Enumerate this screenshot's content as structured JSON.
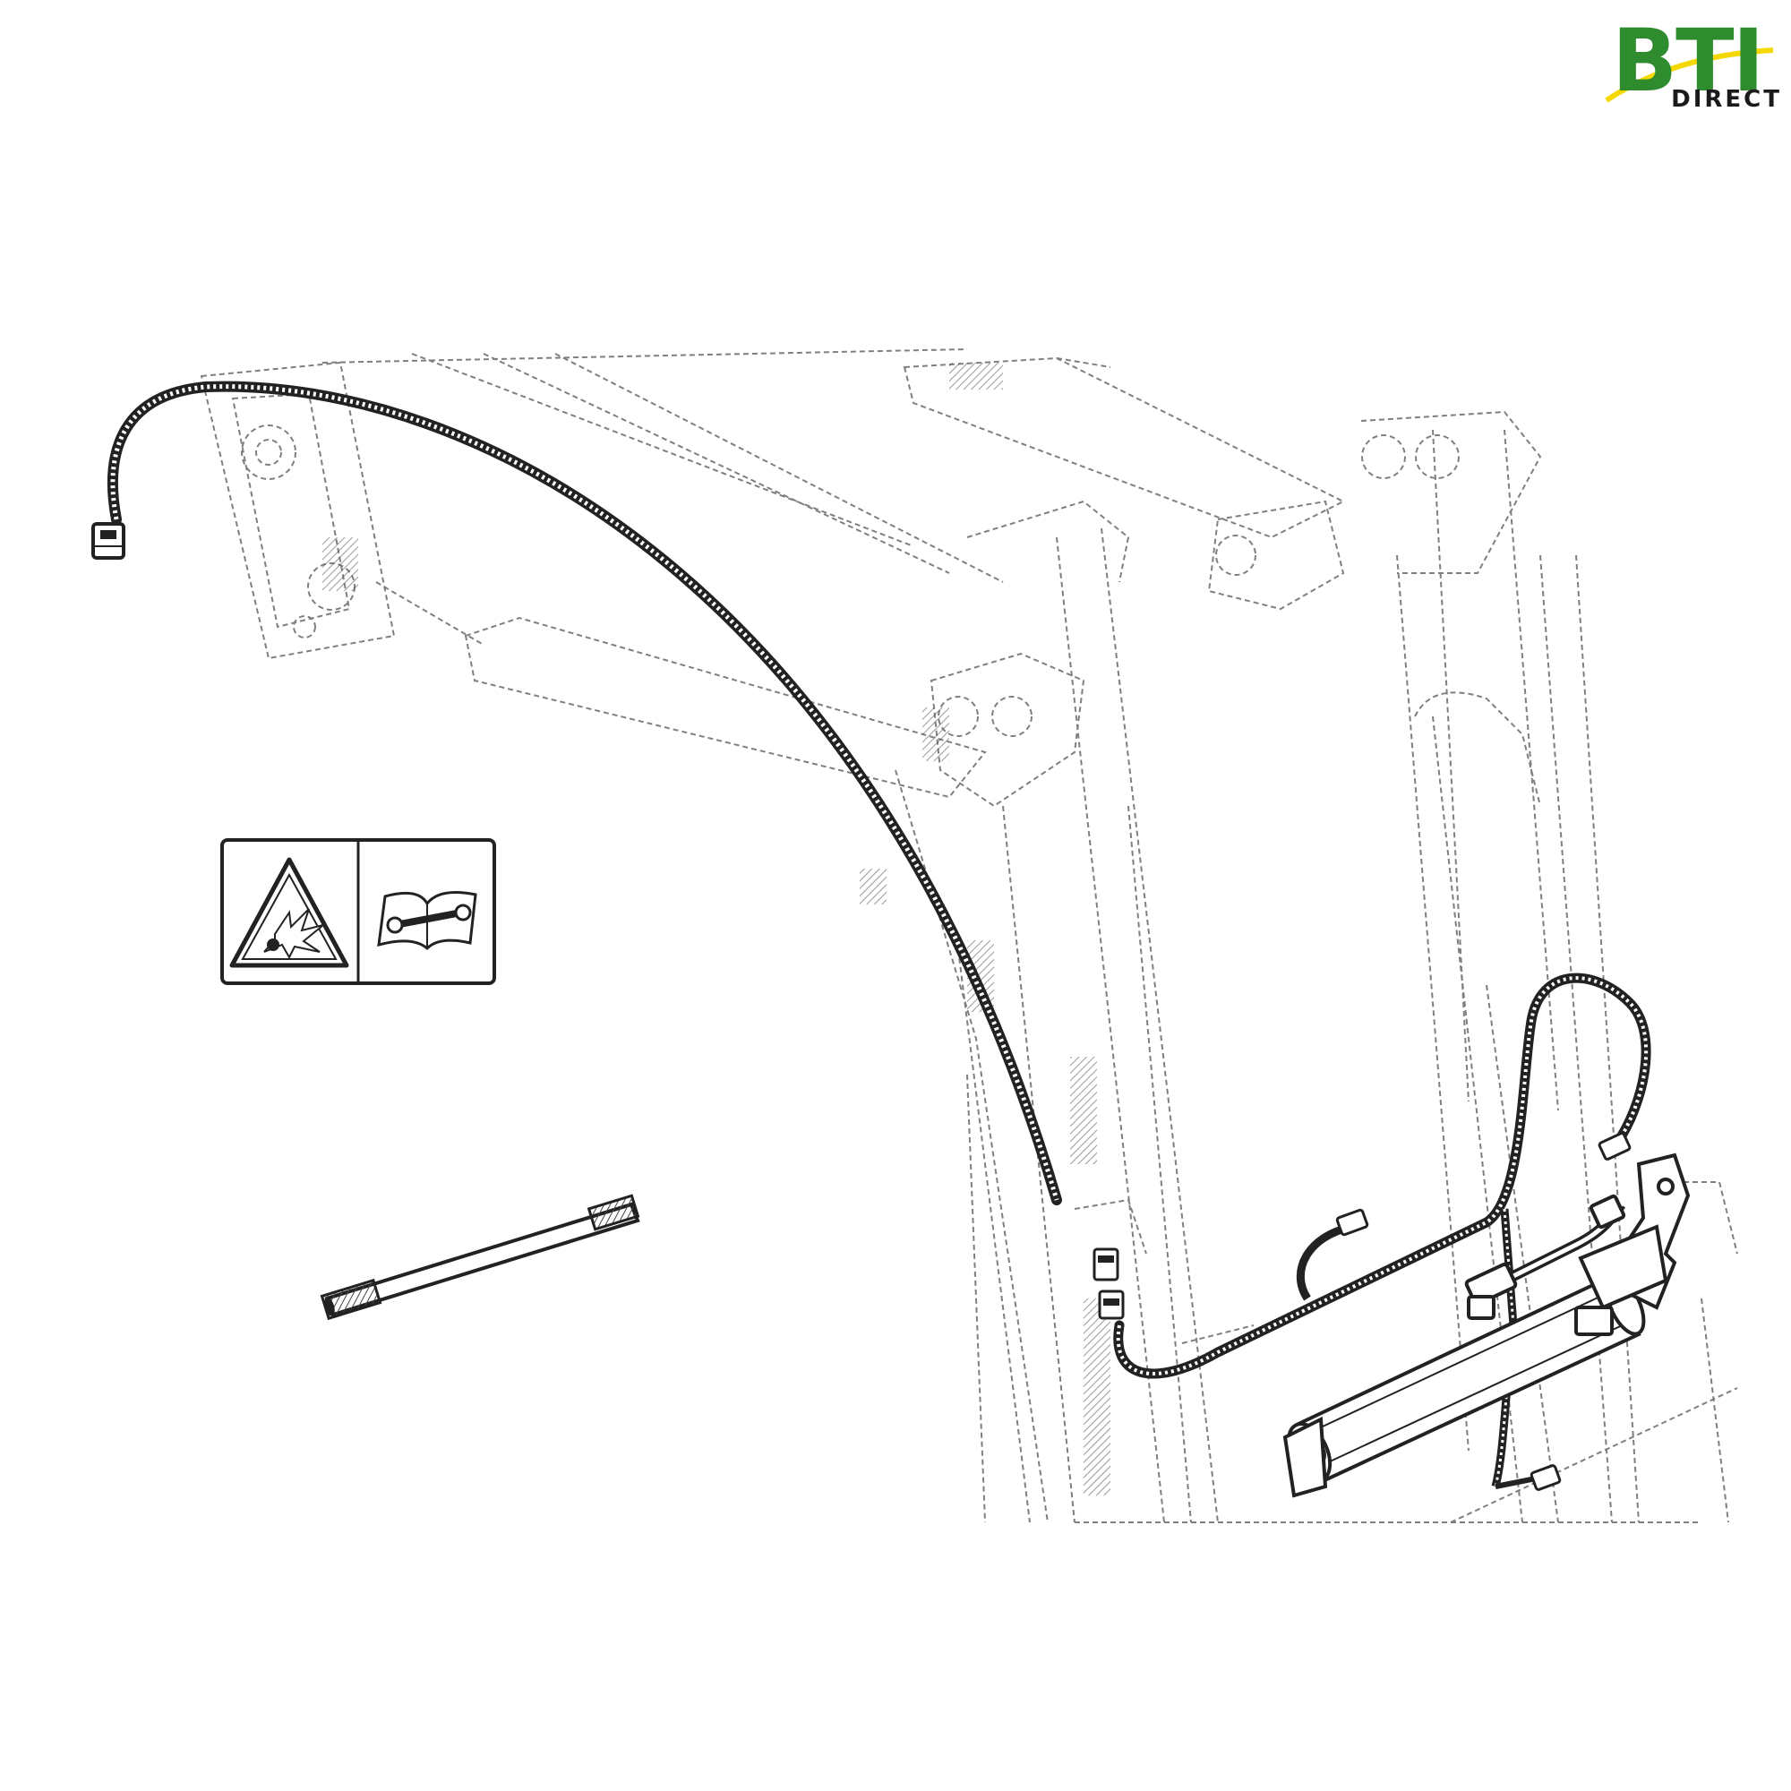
{
  "logo": {
    "text": "BTI",
    "subtext": "DIRECT",
    "brand_color": "#2e8b2e",
    "accent_color": "#f5d800"
  },
  "diagram": {
    "line_color": "#222222",
    "ghost_color": "#555555",
    "parts": [
      {
        "name": "wiring-harness-long",
        "icon": "cable-harness-icon"
      },
      {
        "name": "harness-connector-top",
        "icon": "connector-icon"
      },
      {
        "name": "harness-connector-mid",
        "icon": "connector-icon"
      },
      {
        "name": "safety-decal",
        "icon": "explosion-warning-and-manual-icon"
      },
      {
        "name": "threaded-rod",
        "icon": "threaded-rod-icon"
      },
      {
        "name": "hydraulic-accumulator",
        "icon": "cylinder-icon"
      },
      {
        "name": "wiring-harness-short",
        "icon": "cable-harness-icon"
      },
      {
        "name": "loader-frame-outline",
        "icon": "loader-frame-icon"
      }
    ]
  }
}
